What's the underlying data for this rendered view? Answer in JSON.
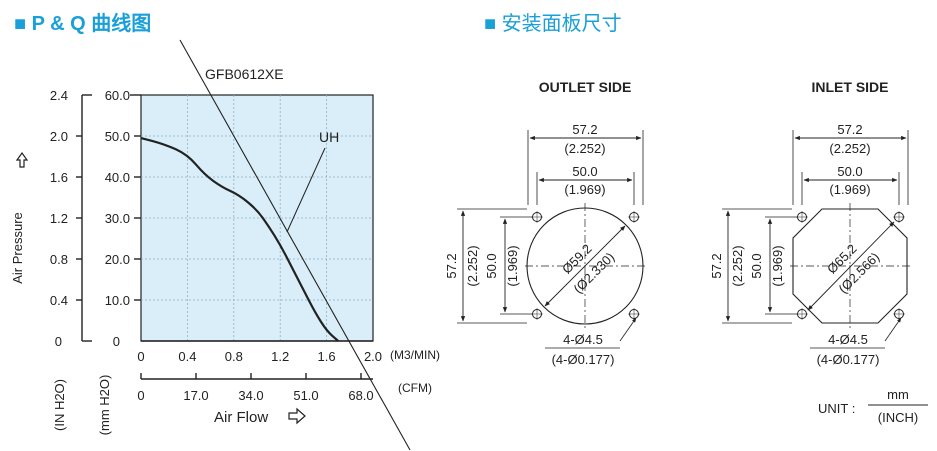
{
  "pq_section": {
    "heading": "■ P & Q 曲线图",
    "model": "GFB0612XE",
    "curve_label": "UH",
    "y_axis_title": "Air Pressure",
    "y_arrow_icon": "up-arrow-outline-icon",
    "y_inh2o_ticks": [
      "2.4",
      "2.0",
      "1.6",
      "1.2",
      "0.8",
      "0.4",
      "0"
    ],
    "y_mmh2o_ticks": [
      "60.0",
      "50.0",
      "40.0",
      "30.0",
      "20.0",
      "10.0",
      "0"
    ],
    "y_unit_inh2o": "(IN H2O)",
    "y_unit_mmh2o": "(mm H2O)",
    "x_m3min_ticks": [
      "0",
      "0.4",
      "0.8",
      "1.2",
      "1.6",
      "2.0"
    ],
    "x_m3min_unit": "(M3/MIN)",
    "x_cfm_ticks": [
      "0",
      "17.0",
      "34.0",
      "51.0",
      "68.0"
    ],
    "x_cfm_unit": "(CFM)",
    "x_axis_title": "Air Flow",
    "x_arrow_icon": "right-arrow-outline-icon",
    "colors": {
      "heading": "#1aa0d8",
      "chart_bg": "#d9eef8",
      "grid": "#8fb0c0"
    }
  },
  "panel_section": {
    "heading": "■ 安装面板尺寸",
    "outlet": {
      "title": "OUTLET SIDE",
      "overall_mm": "57.2",
      "overall_in": "(2.252)",
      "pitch_mm": "50.0",
      "pitch_in": "(1.969)",
      "diameter_mm": "Ø59.2",
      "diameter_in": "(Ø2.330)",
      "hole_mm": "4-Ø4.5",
      "hole_in": "(4-Ø0.177)"
    },
    "inlet": {
      "title": "INLET SIDE",
      "overall_mm": "57.2",
      "overall_in": "(2.252)",
      "pitch_mm": "50.0",
      "pitch_in": "(1.969)",
      "diameter_mm": "Ø65.2",
      "diameter_in": "(Ø2.566)",
      "hole_mm": "4-Ø4.5",
      "hole_in": "(4-Ø0.177)"
    },
    "unit_label": "UNIT :",
    "unit_top": "mm",
    "unit_bottom": "(INCH)"
  },
  "chart_data": {
    "type": "line",
    "title": "",
    "xlabel": "Air Flow",
    "ylabel": "Air Pressure",
    "xlim": [
      0,
      2.0
    ],
    "ylim": [
      0,
      60
    ],
    "series": [
      {
        "name": "UH",
        "x": [
          0,
          0.2,
          0.4,
          0.55,
          0.7,
          0.85,
          1.0,
          1.1,
          1.2,
          1.3,
          1.4,
          1.5,
          1.6,
          1.7
        ],
        "y": [
          49.5,
          48.0,
          45.5,
          40.5,
          37.5,
          35.5,
          32.0,
          28.0,
          23.5,
          18.0,
          12.5,
          7.0,
          2.5,
          0
        ]
      }
    ]
  }
}
